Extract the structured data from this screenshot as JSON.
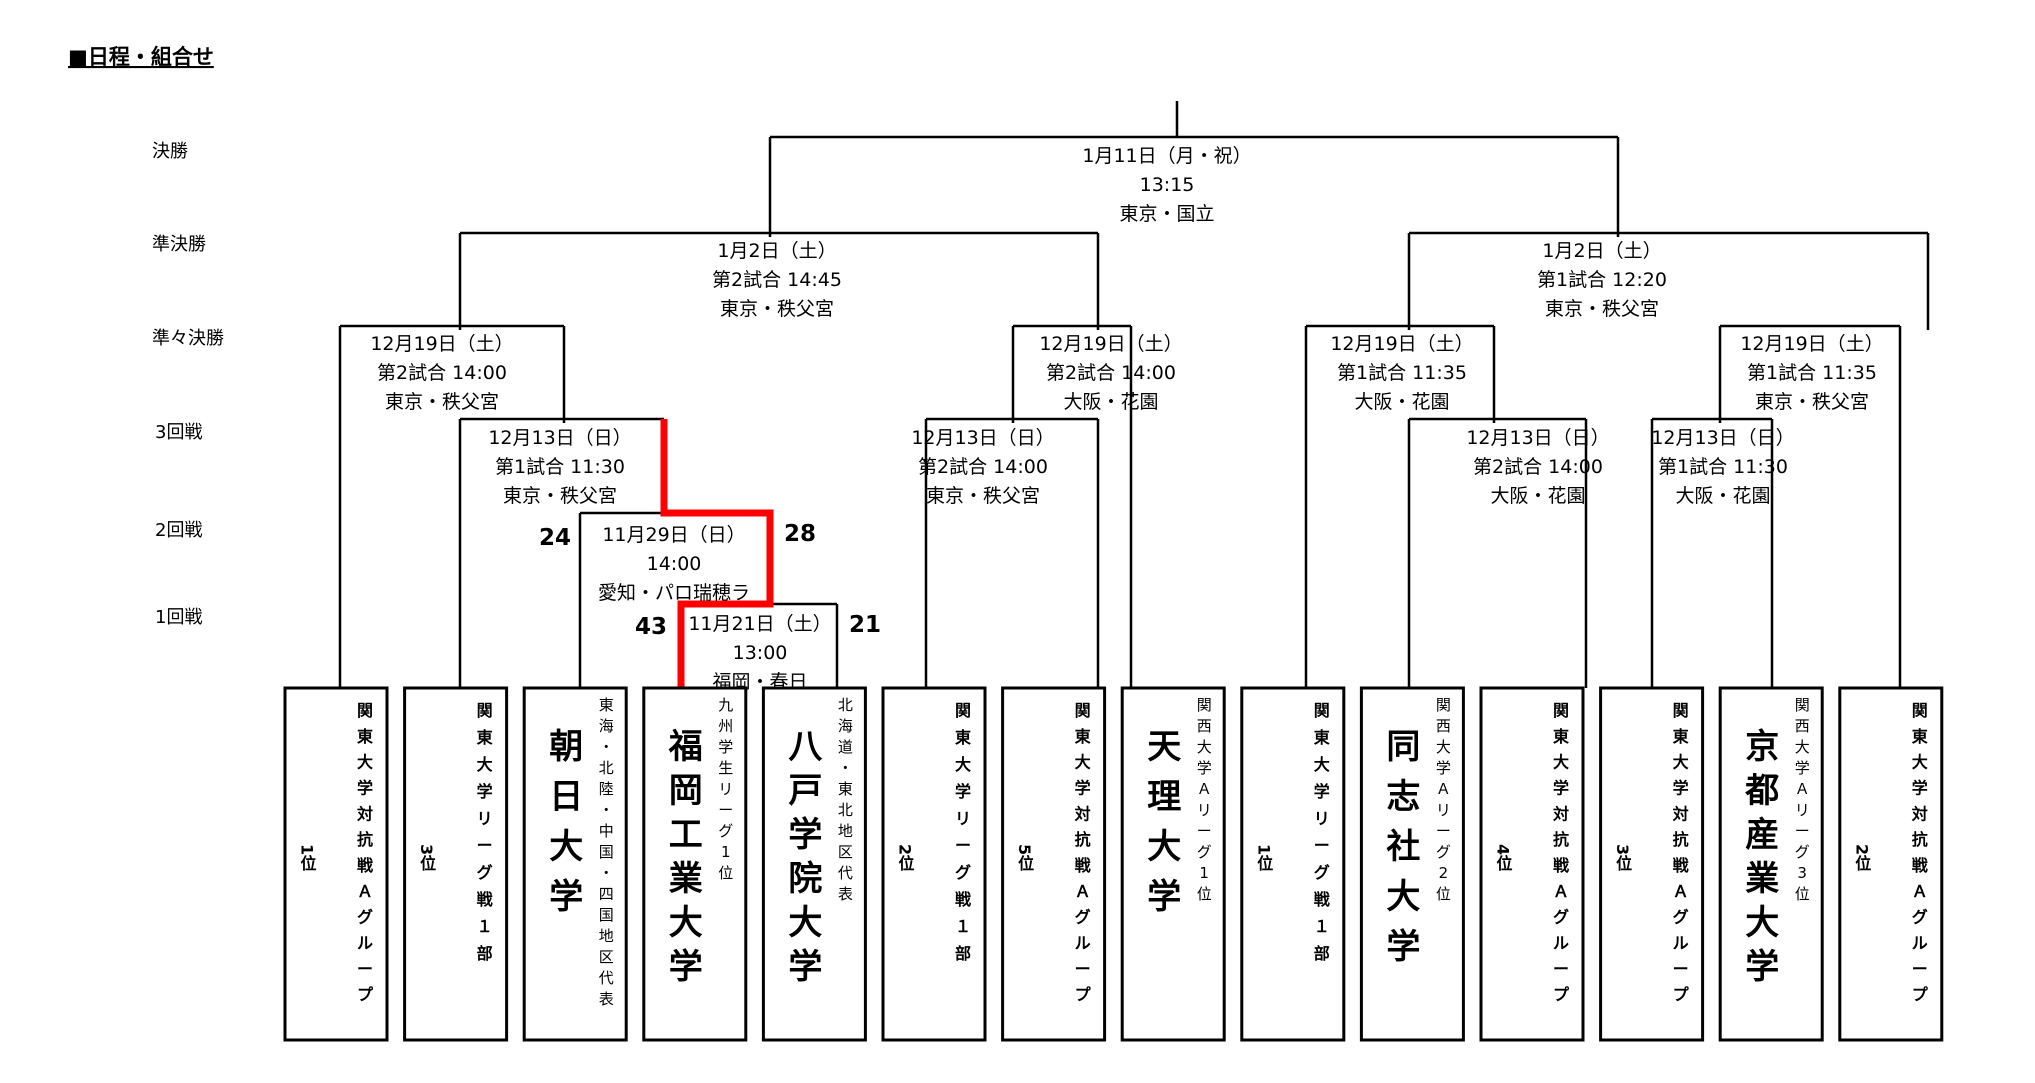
{
  "title": "■日程・組合せ",
  "rounds": [
    "決勝",
    "準決勝",
    "準々決勝",
    "3回戦",
    "2回戦",
    "1回戦"
  ],
  "matches": {
    "final": [
      "1月11日（月・祝）",
      "13:15",
      "東京・国立"
    ],
    "sf1": [
      "1月2日（土）",
      "第2試合 14:45",
      "東京・秩父宮"
    ],
    "sf2": [
      "1月2日（土）",
      "第1試合 12:20",
      "東京・秩父宮"
    ],
    "qf1": [
      "12月19日（土）",
      "第2試合 14:00",
      "東京・秩父宮"
    ],
    "qf2": [
      "12月19日（土）",
      "第2試合 14:00",
      "大阪・花園"
    ],
    "qf3": [
      "12月19日（土）",
      "第1試合 11:35",
      "大阪・花園"
    ],
    "qf4": [
      "12月19日（土）",
      "第1試合 11:35",
      "東京・秩父宮"
    ],
    "r3a": [
      "12月13日（日）",
      "第1試合 11:30",
      "東京・秩父宮"
    ],
    "r3b": [
      "12月13日（日）",
      "第2試合 14:00",
      "東京・秩父宮"
    ],
    "r3c": [
      "12月13日（日）",
      "第2試合 14:00",
      "大阪・花園"
    ],
    "r3d": [
      "12月13日（日）",
      "第1試合 11:30",
      "大阪・花園"
    ],
    "r2": [
      "11月29日（日）",
      "14:00",
      "愛知・パロ瑞穂ラ"
    ],
    "r1": [
      "11月21日（土）",
      "13:00",
      "福岡・春日"
    ]
  },
  "scores": {
    "r2_left": "24",
    "r2_right": "28",
    "r1_left": "43",
    "r1_right": "21"
  },
  "teams": [
    {
      "type": "seed",
      "main": "関東大学対抗戦Ａグループ",
      "rank": "1位"
    },
    {
      "type": "seed",
      "main": "関東大学リーグ戦１部",
      "rank": "3位"
    },
    {
      "type": "team",
      "name": "朝日大学",
      "sub": "東海・北陸・中国・四国地区代表"
    },
    {
      "type": "team",
      "name": "福岡工業大学",
      "sub": "九州学生リーグ1位"
    },
    {
      "type": "team",
      "name": "八戸学院大学",
      "sub": "北海道・東北地区代表"
    },
    {
      "type": "seed",
      "main": "関東大学リーグ戦１部",
      "rank": "2位"
    },
    {
      "type": "seed",
      "main": "関東大学対抗戦Ａグループ",
      "rank": "5位"
    },
    {
      "type": "team",
      "name": "天理大学",
      "sub": "関西大学Ａリーグ1位"
    },
    {
      "type": "seed",
      "main": "関東大学リーグ戦１部",
      "rank": "1位"
    },
    {
      "type": "team",
      "name": "同志社大学",
      "sub": "関西大学Ａリーグ2位"
    },
    {
      "type": "seed",
      "main": "関東大学対抗戦Ａグループ",
      "rank": "4位"
    },
    {
      "type": "seed",
      "main": "関東大学対抗戦Ａグループ",
      "rank": "3位"
    },
    {
      "type": "team",
      "name": "京都産業大学",
      "sub": "関西大学Ａリーグ3位"
    },
    {
      "type": "seed",
      "main": "関東大学対抗戦Ａグループ",
      "rank": "2位"
    }
  ],
  "colors": {
    "line": "#000000",
    "winner_path": "#ff0000"
  }
}
